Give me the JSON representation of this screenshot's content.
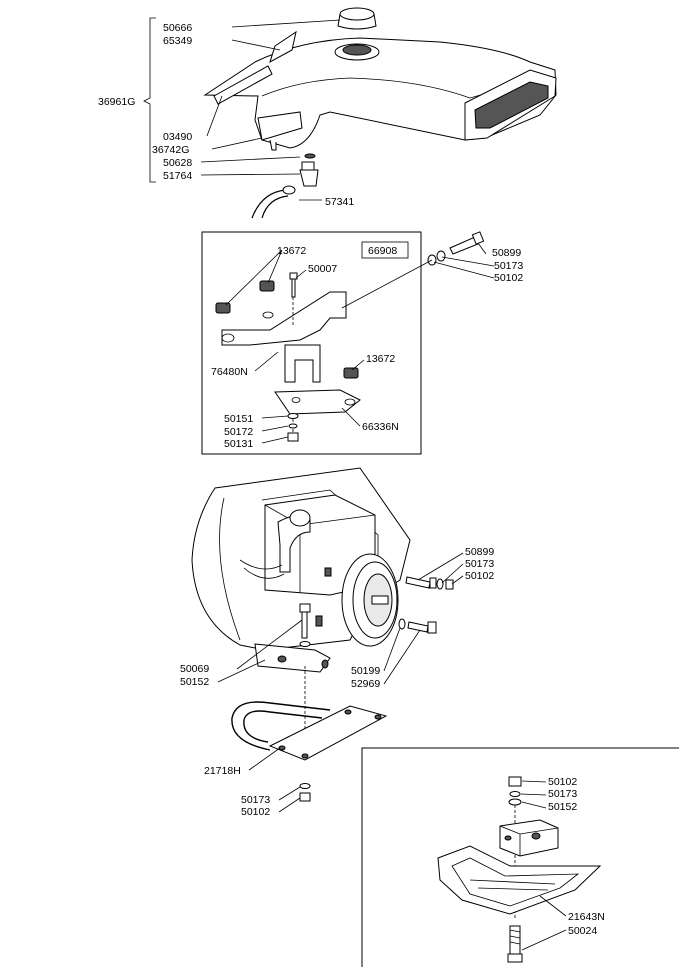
{
  "tank": {
    "group_code": "36961G",
    "parts": [
      "50666",
      "65349",
      "03490",
      "36742G",
      "50628",
      "51764"
    ],
    "hose_clamp": "57341"
  },
  "mount": {
    "kit_code": "66908",
    "parts": {
      "p13672a": "13672",
      "p50007": "50007",
      "p50899": "50899",
      "p50173": "50173",
      "p50102": "50102",
      "p76480N": "76480N",
      "p13672b": "13672",
      "p50151": "50151",
      "p50172": "50172",
      "p50131": "50131",
      "p66336N": "66336N"
    }
  },
  "engine": {
    "parts": {
      "p50899": "50899",
      "p50173": "50173",
      "p50102": "50102",
      "p50069": "50069",
      "p50152": "50152",
      "p50199": "50199",
      "p52969": "52969",
      "p21718H": "21718H",
      "p50173b": "50173",
      "p50102b": "50102"
    }
  },
  "inset": {
    "parts": {
      "p50102": "50102",
      "p50173": "50173",
      "p50152": "50152",
      "p21643N": "21643N",
      "p50024": "50024"
    }
  }
}
